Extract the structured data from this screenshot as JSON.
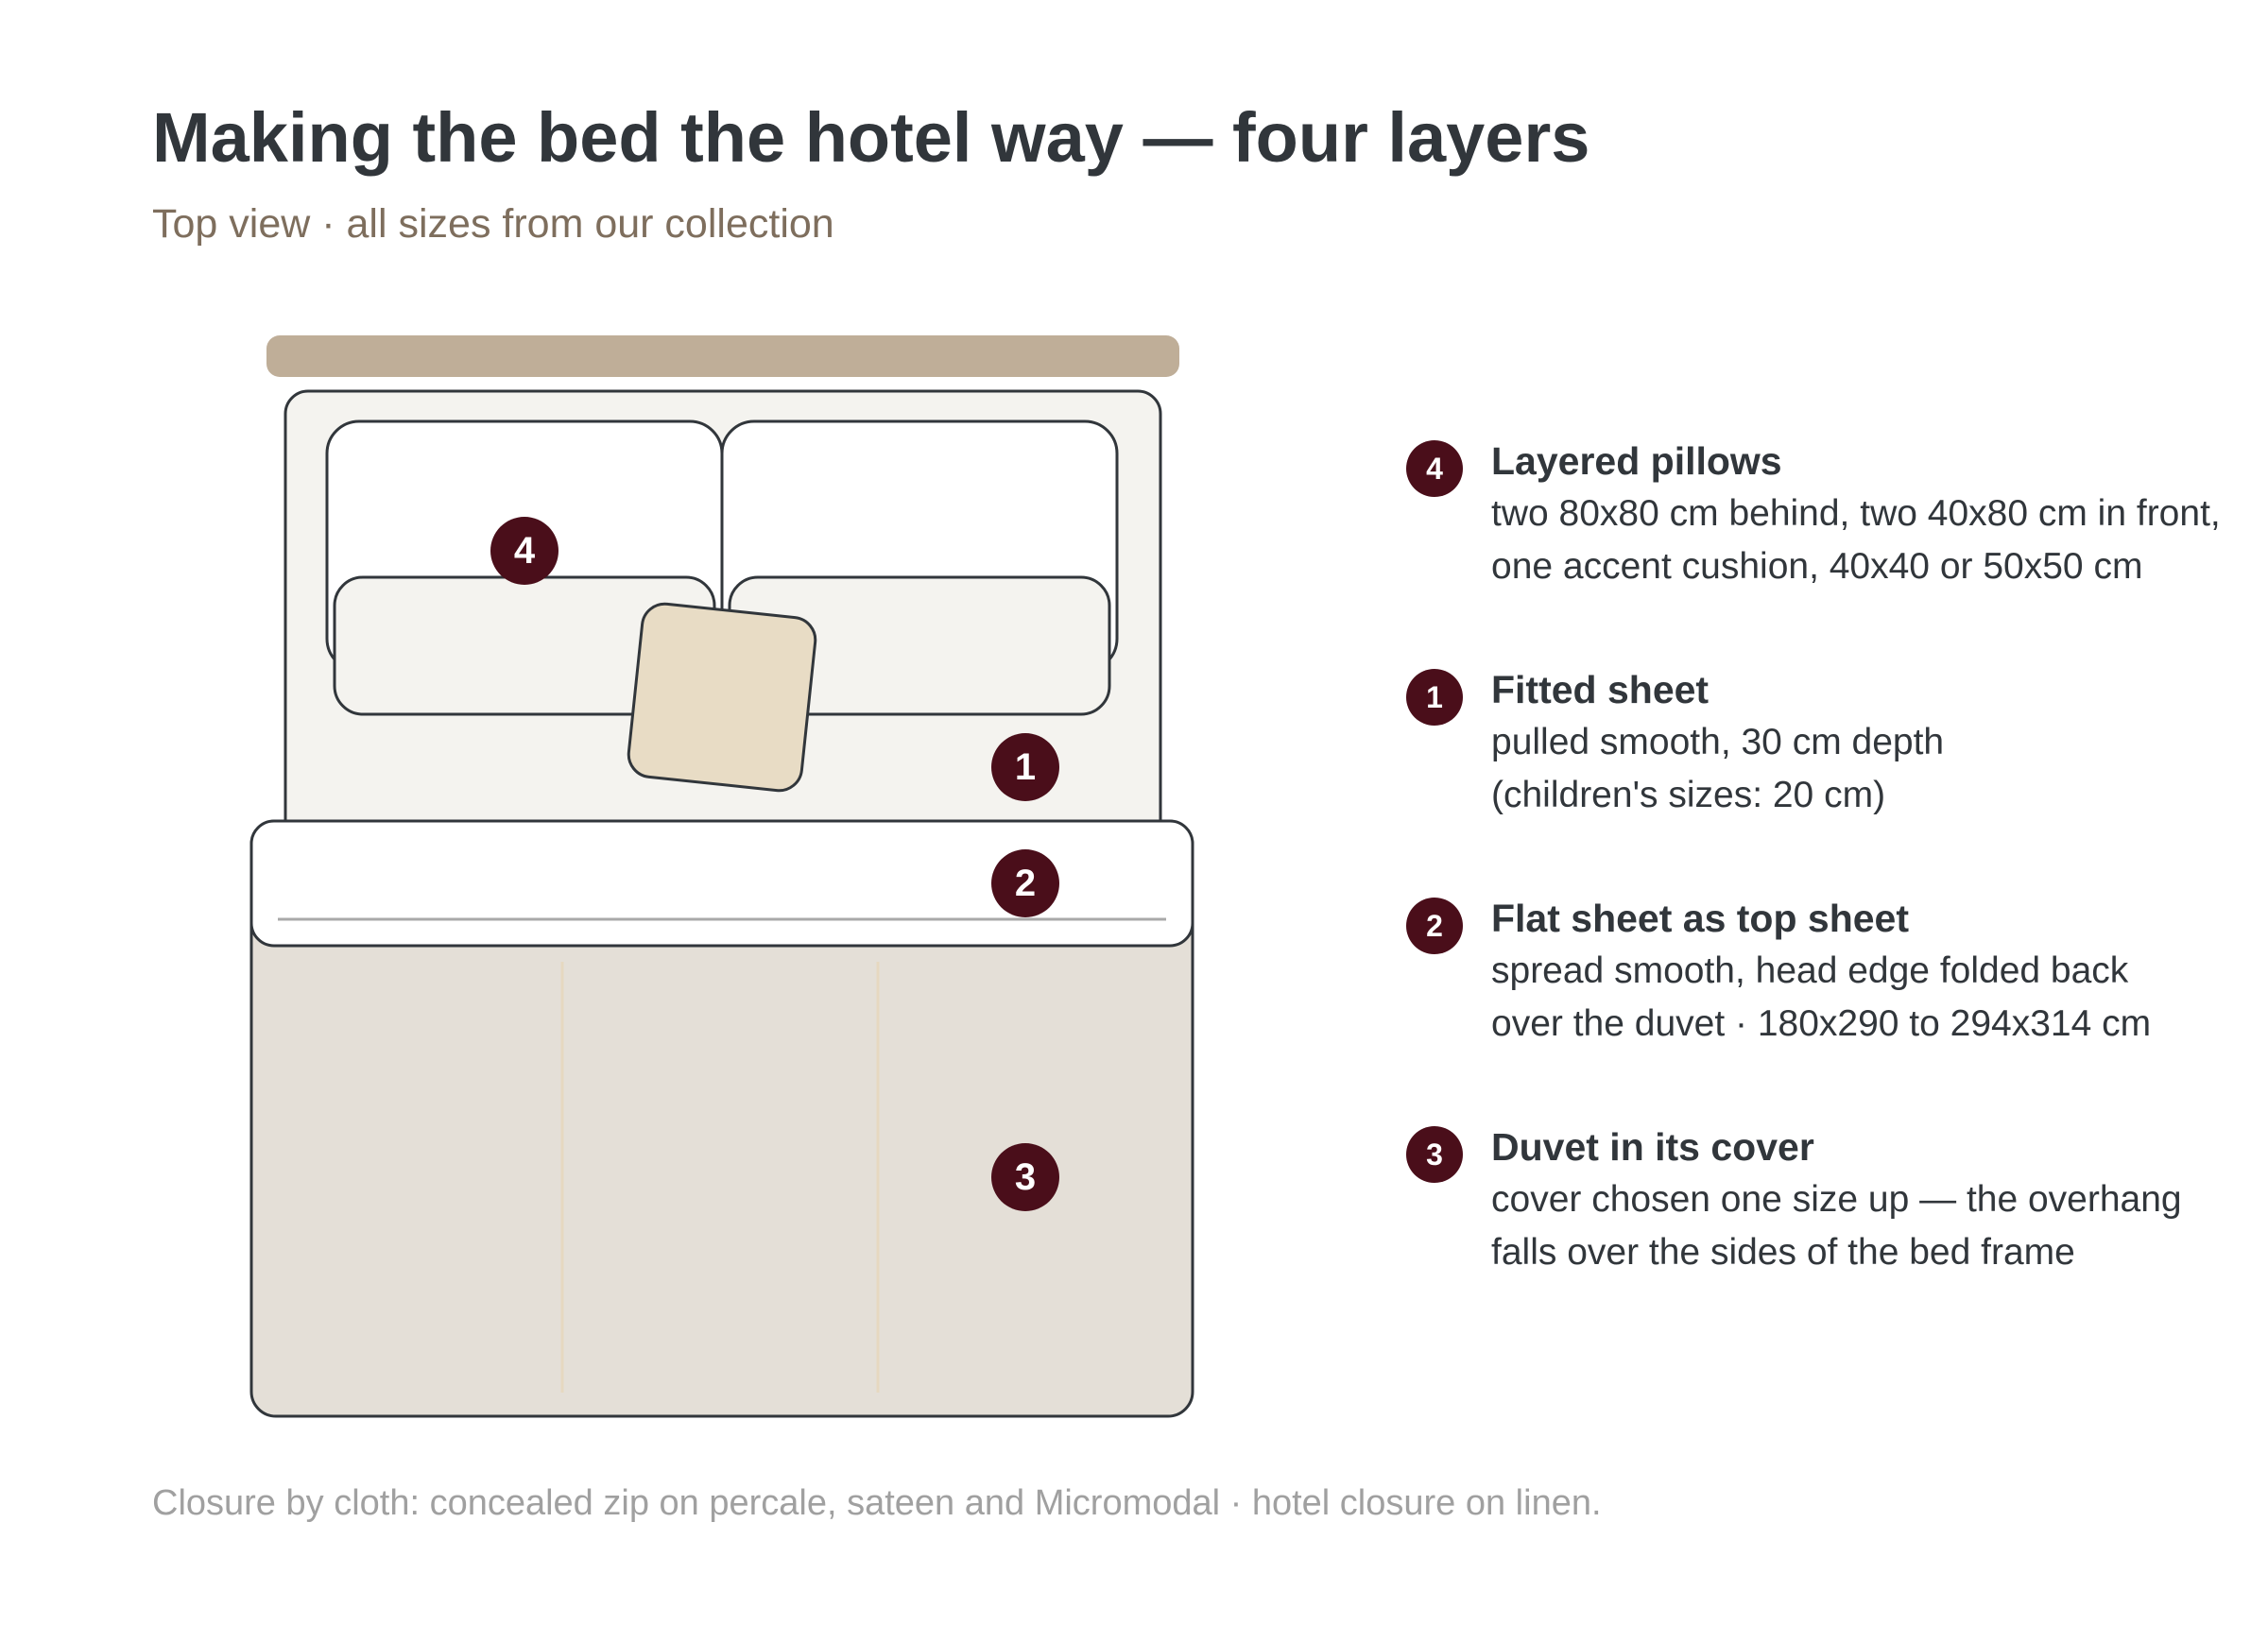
{
  "title": "Making the bed the hotel way — four layers",
  "subtitle": "Top view · all sizes from our collection",
  "colors": {
    "accent": "#4a0e1a",
    "headboard": "#bfae98",
    "sheet": "#f4f3ef",
    "duvet": "#e4dfd7",
    "cushion": "#e8dcc5",
    "outline": "#31363b"
  },
  "diagram": {
    "markers": {
      "pillows": "4",
      "fitted_sheet": "1",
      "flat_sheet": "2",
      "duvet": "3"
    }
  },
  "legend": [
    {
      "number": "4",
      "title": "Layered pillows",
      "lines": [
        "two 80x80 cm behind, two 40x80 cm in front,",
        "one accent cushion, 40x40 or 50x50 cm"
      ]
    },
    {
      "number": "1",
      "title": "Fitted sheet",
      "lines": [
        "pulled smooth, 30 cm depth",
        "(children's sizes: 20 cm)"
      ]
    },
    {
      "number": "2",
      "title": "Flat sheet as top sheet",
      "lines": [
        "spread smooth, head edge folded back",
        "over the duvet · 180x290 to 294x314 cm"
      ]
    },
    {
      "number": "3",
      "title": "Duvet in its cover",
      "lines": [
        "cover chosen one size up — the overhang",
        "falls over the sides of the bed frame"
      ]
    }
  ],
  "footnote": "Closure by cloth: concealed zip on percale, sateen and Micromodal · hotel closure on linen."
}
